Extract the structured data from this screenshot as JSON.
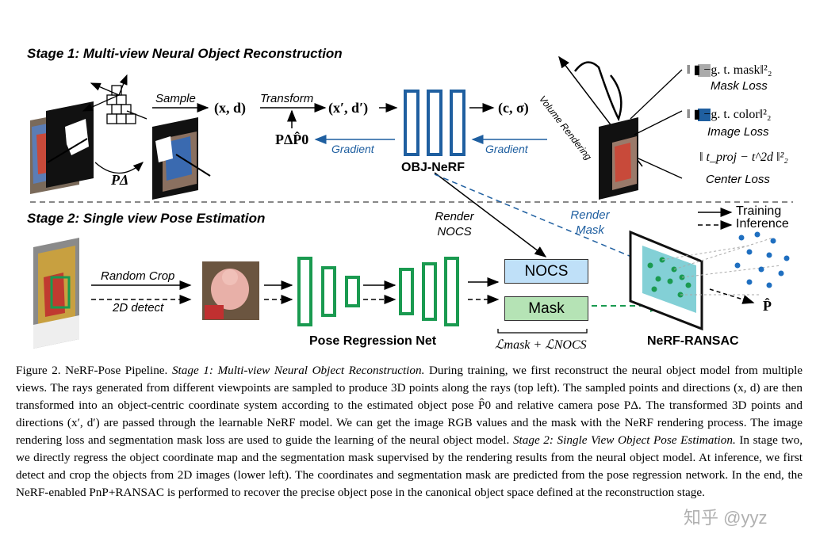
{
  "figure": {
    "stage1_title": "Stage 1: Multi-view Neural Object Reconstruction",
    "stage2_title": "Stage 2: Single view Pose Estimation",
    "sample_label": "Sample",
    "xd": "(x, d)",
    "transform_label": "Transform",
    "xd_prime": "(x′, d′)",
    "pose_label": "PΔP̂0",
    "p_delta": "PΔ",
    "gradient_left": "Gradient",
    "gradient_right": "Gradient",
    "objnerf_label": "OBJ-NeRF",
    "c_sigma": "(c, σ)",
    "volume_rendering": "Volume Rendering",
    "mask_loss_expr": "‖ ▮ −g. t. mask‖²₂",
    "mask_loss_label": "Mask Loss",
    "image_loss_expr": "‖ ▮ −g. t. color‖²₂",
    "image_loss_label": "Image Loss",
    "center_loss_expr": "‖ t_proj − t^2d ‖²₂",
    "center_loss_label": "Center Loss",
    "render_nocs": "Render\nNOCS",
    "render_mask": "Render\nMask",
    "legend_training": "Training",
    "legend_inference": "Inference",
    "random_crop": "Random Crop",
    "detect_2d": "2D detect",
    "pose_regression_net": "Pose Regression Net",
    "nocs_box": "NOCS",
    "mask_box": "Mask",
    "loss_sum": "ℒmask + ℒNOCS",
    "nerf_ransac": "NeRF-RANSAC",
    "p_hat": "P̂"
  },
  "caption": {
    "prefix": "Figure 2. NeRF-Pose Pipeline.",
    "stage1_italic": "Stage 1: Multi-view Neural Object Reconstruction.",
    "part1": "During training, we first reconstruct the neural object model from multiple views. The rays generated from different viewpoints are sampled to produce 3D points along the rays (top left). The sampled points and directions (x, d) are then transformed into an object-centric coordinate system according to the estimated object pose P̂0 and relative camera pose PΔ. The transformed 3D points and directions (x′, d′) are passed through the learnable NeRF model. We can get the image RGB values and the mask with the NeRF rendering process. The image rendering loss and segmentation mask loss are used to guide the learning of the neural object model.",
    "stage2_italic": "Stage 2: Single View Object Pose Estimation.",
    "part2": "In stage two, we directly regress the object coordinate map and the segmentation mask supervised by the rendering results from the neural object model. At inference, we first detect and crop the objects from 2D images (lower left). The coordinates and segmentation mask are predicted from the pose regression network. In the end, the NeRF-enabled PnP+RANSAC is performed to recover the precise object pose in the canonical object space defined at the reconstruction stage."
  },
  "watermark": "知乎 @yyz",
  "colors": {
    "nerf_blue": "#1f5fa0",
    "net_green": "#1a9a50",
    "nocs_fill": "#bfe0f8",
    "mask_fill": "#b5e3b5"
  }
}
